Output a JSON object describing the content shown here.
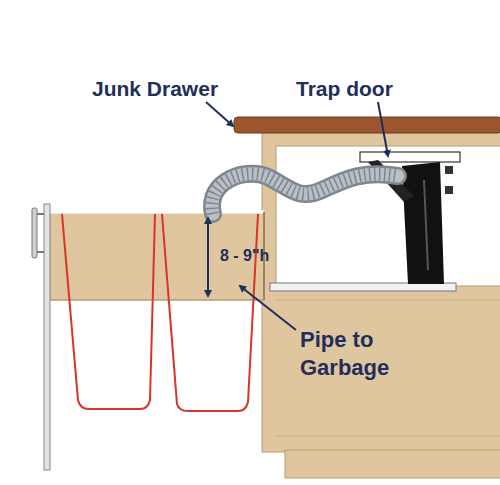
{
  "diagram": {
    "labels": [
      "Junk Drawer",
      "Trap door",
      "8 - 9\"h",
      "Pipe to Garbage"
    ]
  }
}
